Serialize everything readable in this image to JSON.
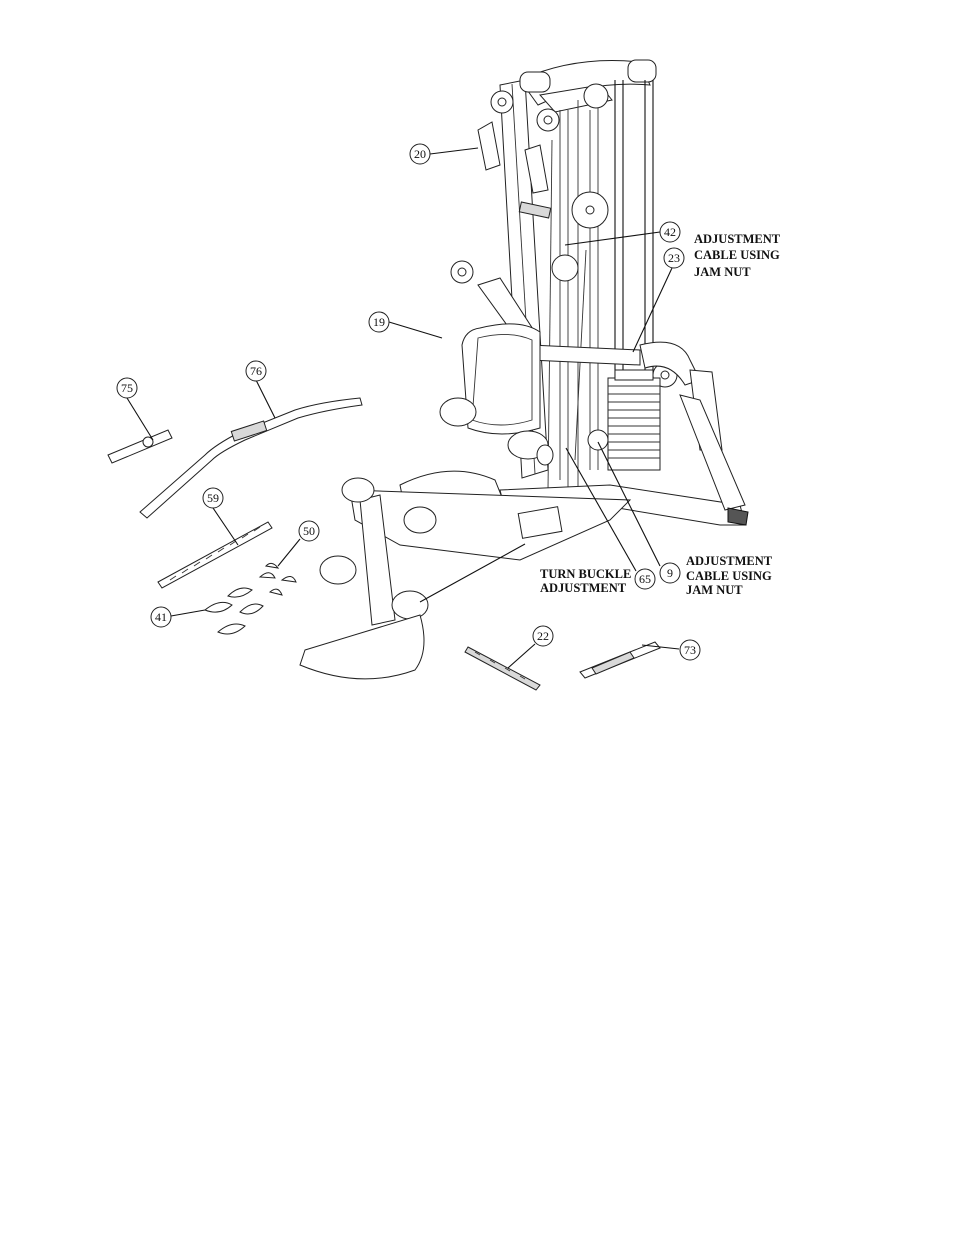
{
  "callouts": [
    {
      "id": "c20",
      "number": "20"
    },
    {
      "id": "c42",
      "number": "42"
    },
    {
      "id": "c23",
      "number": "23"
    },
    {
      "id": "c19",
      "number": "19"
    },
    {
      "id": "c75",
      "number": "75"
    },
    {
      "id": "c76",
      "number": "76"
    },
    {
      "id": "c59",
      "number": "59"
    },
    {
      "id": "c50",
      "number": "50"
    },
    {
      "id": "c41",
      "number": "41"
    },
    {
      "id": "c65",
      "number": "65"
    },
    {
      "id": "c9",
      "number": "9"
    },
    {
      "id": "c22",
      "number": "22"
    },
    {
      "id": "c73",
      "number": "73"
    }
  ],
  "notes": {
    "top_right": [
      "ADJUSTMENT",
      "CABLE USING",
      "JAM NUT"
    ],
    "turn_buckle": [
      "TURN BUCKLE",
      "ADJUSTMENT"
    ],
    "bottom_right": [
      "ADJUSTMENT",
      "CABLE USING",
      "JAM NUT"
    ]
  },
  "colors": {
    "line": "#111111",
    "background": "#ffffff",
    "shade": "#d9d9d9"
  }
}
